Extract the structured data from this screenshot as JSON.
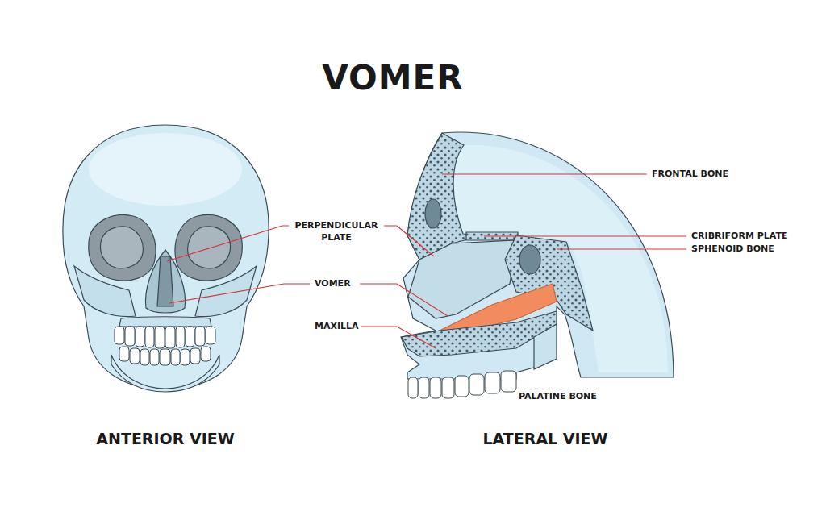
{
  "diagram": {
    "title": "VOMER",
    "labels": [
      "PERPENDICULAR PLATE",
      "VOMER",
      "MAXILLA",
      "FRONTAL BONE",
      "CRIBRIFORM PLATE",
      "SPHENOID BONE",
      "PALATINE BONE",
      "ANTERIOR VIEW",
      "LATERAL VIEW"
    ]
  }
}
